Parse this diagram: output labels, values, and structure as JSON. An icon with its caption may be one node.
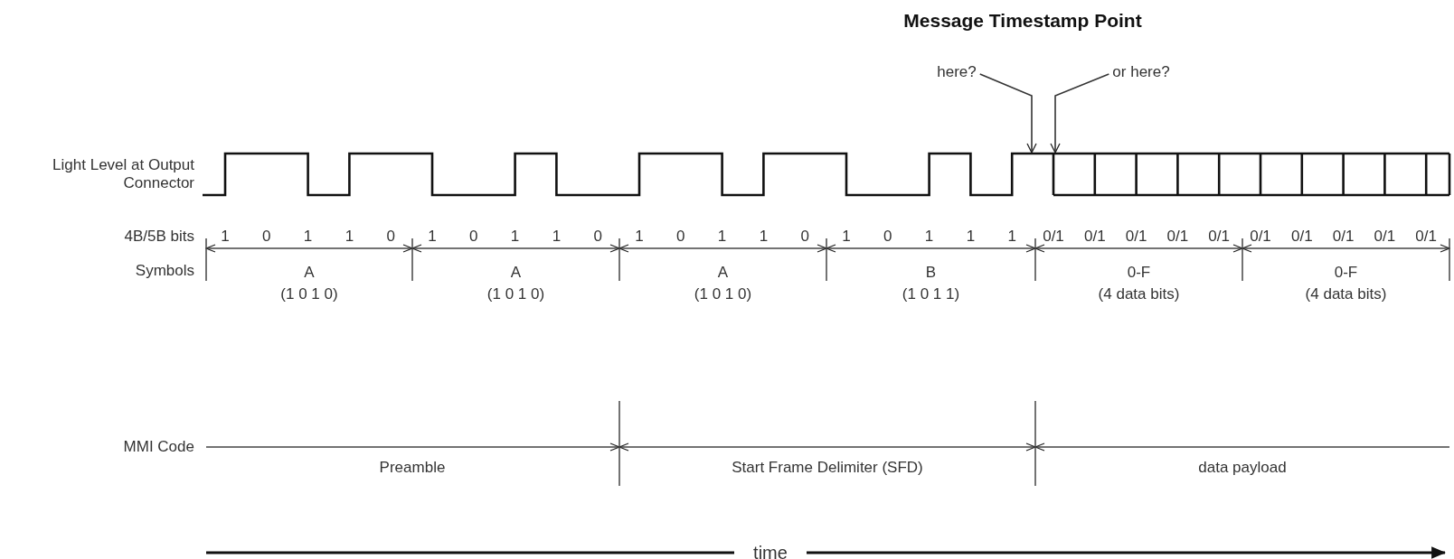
{
  "diagram": {
    "title": "Message Timestamp Point",
    "nodes": [
      {
        "text": [
          "here?"
        ]
      },
      {
        "text": [
          "or here?"
        ]
      },
      {
        "text": [],
        "shape": "picture"
      }
    ],
    "edges": [
      {
        "from": 0,
        "to": 2,
        "arrow": "to"
      },
      {
        "from": 1,
        "to": 2,
        "arrow": "to"
      }
    ],
    "labels": [
      "Light Level at Output Connector",
      "4B/5B bits",
      "1",
      "0",
      "1",
      "1",
      "0",
      "1",
      "0",
      "1",
      "1",
      "0",
      "1",
      "0",
      "1",
      "1",
      "0",
      "1",
      "0",
      "1",
      "1",
      "1",
      "0/1",
      "0/1",
      "0/1",
      "0/1",
      "0/1",
      "0/1",
      "0/1",
      "0/1",
      "0/1",
      "0/1",
      "Symbols",
      "A",
      "(1 0 1 0)",
      "A",
      "(1 0 1 0)",
      "A",
      "(1 0 1 0)",
      "B",
      "(1 0 1 1)",
      "0-F",
      "(4 data bits)",
      "0-F",
      "(4 data bits)",
      "MMI Code",
      "Preamble",
      "Start Frame Delimiter (SFD)",
      "data payload",
      "time"
    ]
  }
}
